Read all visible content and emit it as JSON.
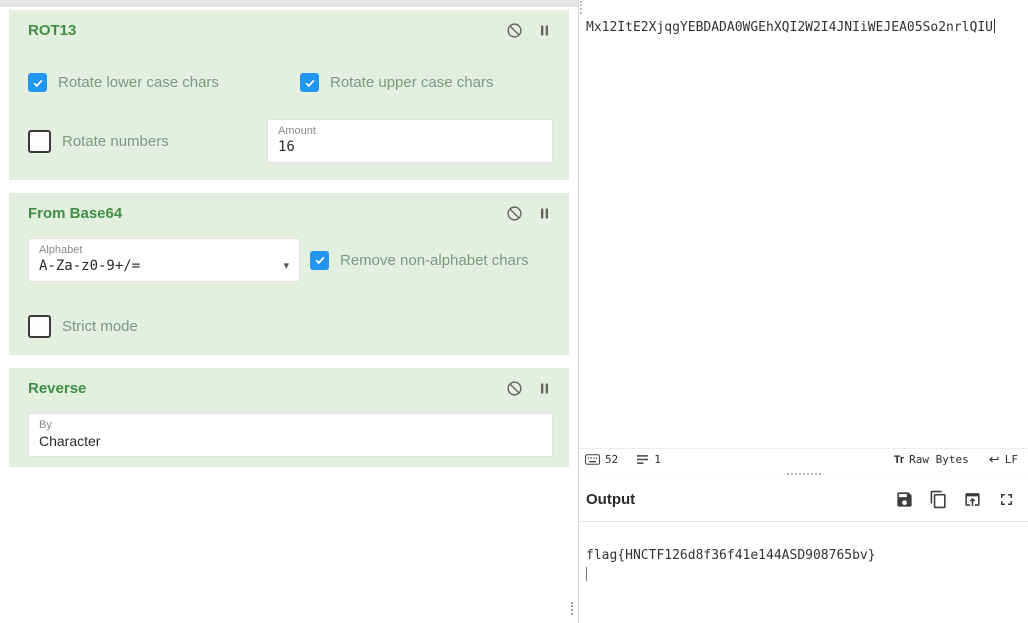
{
  "colors": {
    "operation_card_bg": "#e3efdf",
    "operation_title": "#3f8f44",
    "arg_label": "#7a9a80",
    "checkbox_checked": "#2196f3"
  },
  "recipe": {
    "operations": [
      {
        "name": "ROT13",
        "args": {
          "rotate_lower": {
            "label": "Rotate lower case chars",
            "checked": true
          },
          "rotate_upper": {
            "label": "Rotate upper case chars",
            "checked": true
          },
          "rotate_numbers": {
            "label": "Rotate numbers",
            "checked": false
          },
          "amount": {
            "label": "Amount",
            "value": "16"
          }
        }
      },
      {
        "name": "From Base64",
        "args": {
          "alphabet": {
            "label": "Alphabet",
            "value": "A-Za-z0-9+/="
          },
          "remove_non_alphabet": {
            "label": "Remove non-alphabet chars",
            "checked": true
          },
          "strict_mode": {
            "label": "Strict mode",
            "checked": false
          }
        }
      },
      {
        "name": "Reverse",
        "args": {
          "by": {
            "label": "By",
            "value": "Character"
          }
        }
      }
    ]
  },
  "input": {
    "text": "Mx12ItE2XjqgYEBDADA0WGEhXQI2W2I4JNIiWEJEA05So2nrlQIU",
    "status_bar": {
      "char_count": "52",
      "line_count": "1",
      "encoding_icon": "Tr",
      "encoding_label": "Raw Bytes",
      "eol_label": "LF"
    }
  },
  "output": {
    "title": "Output",
    "text": "flag{HNCTF126d8f36f41e144ASD908765bv}"
  }
}
